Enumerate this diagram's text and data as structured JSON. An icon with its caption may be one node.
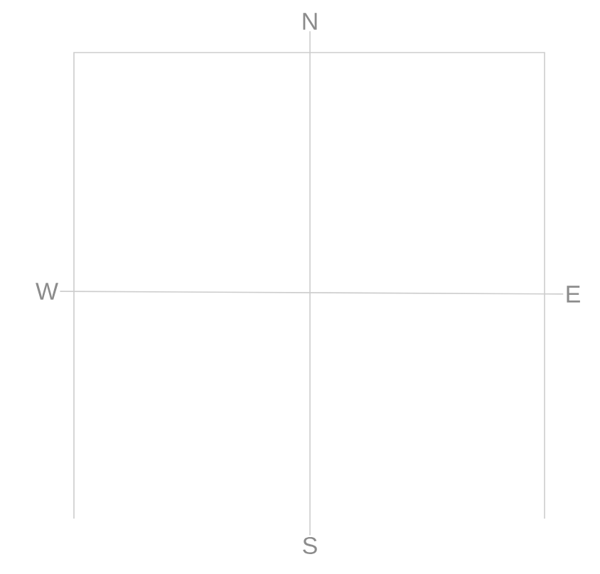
{
  "diagram": {
    "nodes": [
      {
        "text": [
          "N"
        ]
      },
      {
        "text": [
          "W"
        ]
      },
      {
        "text": [
          "E"
        ]
      },
      {
        "text": [
          "S"
        ]
      }
    ],
    "edges": [
      {
        "from": 0,
        "to": 3,
        "arrow": "none"
      },
      {
        "from": 1,
        "to": 2,
        "arrow": "none"
      }
    ]
  }
}
